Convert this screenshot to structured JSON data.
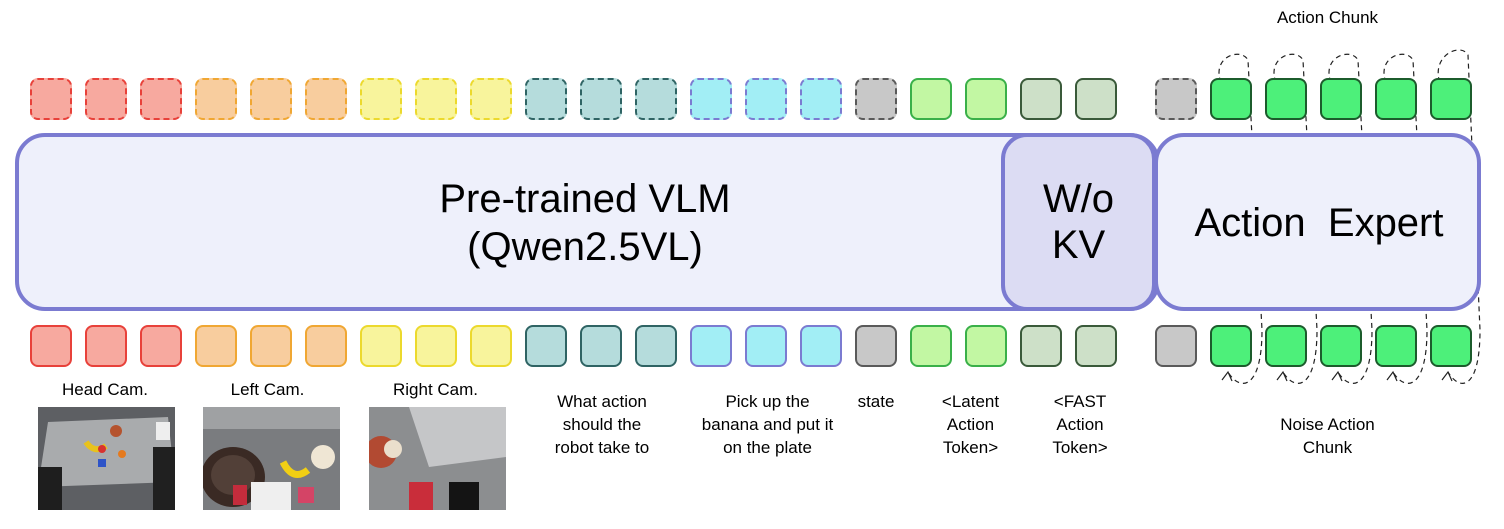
{
  "blocks": {
    "vlm_line1": "Pre-trained VLM",
    "vlm_line2": "(Qwen2.5VL)",
    "wo_kv": "W/o\nKV",
    "action_expert": "Action  Expert"
  },
  "labels": {
    "head_cam": "Head Cam.",
    "left_cam": "Left Cam.",
    "right_cam": "Right Cam.",
    "question": "What action\nshould the\nrobot take to",
    "instruction": "Pick up the\nbanana and put it\non the plate",
    "state": "state",
    "latent": "<Latent\nAction\nToken>",
    "fast": "<FAST\nAction\nToken>",
    "action_chunk": "Action Chunk",
    "noise_chunk": "Noise Action\nChunk"
  },
  "token_groups": [
    {
      "name": "head-cam-tokens",
      "count": 3,
      "fill": "#f7a99f",
      "stroke": "#e8413a"
    },
    {
      "name": "left-cam-tokens",
      "count": 3,
      "fill": "#f8cd9e",
      "stroke": "#f0a733"
    },
    {
      "name": "right-cam-tokens",
      "count": 3,
      "fill": "#f8f49c",
      "stroke": "#ecd92d"
    },
    {
      "name": "question-tokens",
      "count": 3,
      "fill": "#b5dcdc",
      "stroke": "#2f6464"
    },
    {
      "name": "instruction-tokens",
      "count": 3,
      "fill": "#a2eef5",
      "stroke": "#7b7bd1"
    },
    {
      "name": "state-token",
      "count": 1,
      "fill": "#c8c8c8",
      "stroke": "#5a5a5a"
    },
    {
      "name": "latent-tokens",
      "count": 2,
      "fill": "#c2f7a3",
      "stroke": "#3ab049"
    },
    {
      "name": "fast-tokens",
      "count": 2,
      "fill": "#cde0c8",
      "stroke": "#3a5a3a"
    },
    {
      "name": "expert-state-token",
      "count": 1,
      "fill": "#c8c8c8",
      "stroke": "#5a5a5a"
    },
    {
      "name": "action-tokens",
      "count": 5,
      "fill": "#4df07a",
      "stroke": "#1c5c2c"
    }
  ]
}
